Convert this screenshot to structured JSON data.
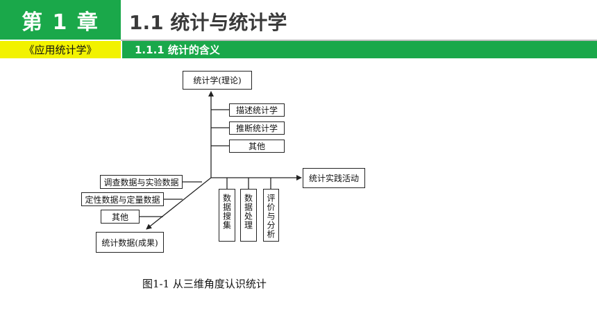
{
  "header": {
    "chapter": "第 1 章",
    "book": "《应用统计学》",
    "section_title": "1.1  统计与统计学",
    "subsection": "1.1.1  统计的含义"
  },
  "diagram": {
    "nodes": {
      "theory": "统计学(理论)",
      "describe": "描述统计学",
      "infer": "推断统计学",
      "other_top": "其他",
      "practice": "统计实践活动",
      "survey": "调查数据与实验数据",
      "qualquant": "定性数据与定量数据",
      "other_left": "其他",
      "results": "统计数据(成果)",
      "collect": "数据搜集",
      "process": "数据处理",
      "evaluate": "评价与分析"
    },
    "caption": "图1-1  从三维角度认识统计"
  }
}
